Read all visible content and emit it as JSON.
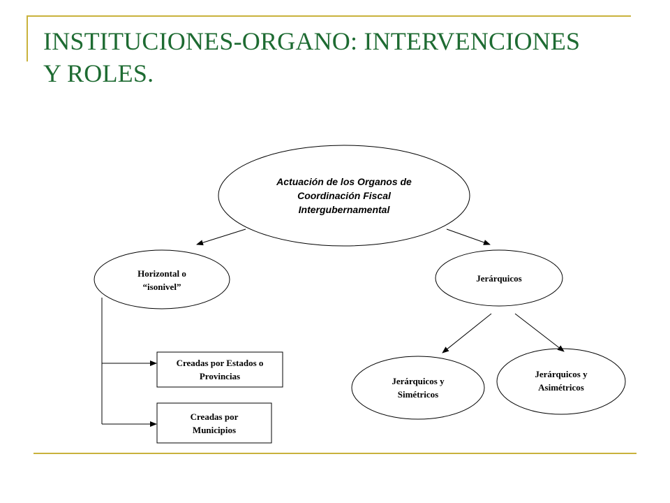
{
  "slide": {
    "title_line1": "INSTITUCIONES-ORGANO: INTERVENCIONES",
    "title_line2": "Y ROLES.",
    "accent_color": "#c9b23c",
    "title_color": "#1e6b32"
  },
  "diagram": {
    "root": "Actuación de los Organos de\nCoordinación Fiscal\nIntergubernamental",
    "horizontal": "Horizontal o\n“isonivel”",
    "jerarquicos": "Jerárquicos",
    "estados": "Creadas por Estados o\nProvincias",
    "municipios": "Creadas por\nMunicipios",
    "simetricos": "Jerárquicos y\nSimétricos",
    "asimetricos": "Jerárquicos y\nAsimétricos"
  }
}
